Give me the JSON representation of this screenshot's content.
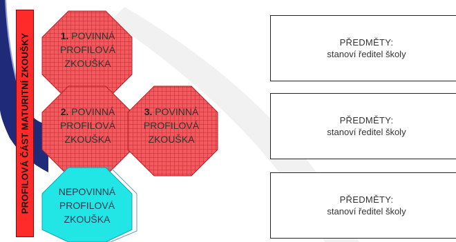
{
  "side_label": "PROFILOVÁ ČÁST MATURITNÍ ZKOUŠKY",
  "exams": [
    {
      "number": "1.",
      "line1": "POVINNÁ",
      "line2": "PROFILOVÁ",
      "line3": "ZKOUŠKA"
    },
    {
      "number": "2.",
      "line1": "POVINNÁ",
      "line2": "PROFILOVÁ",
      "line3": "ZKOUŠKA"
    },
    {
      "number": "3.",
      "line1": "POVINNÁ",
      "line2": "PROFILOVÁ",
      "line3": "ZKOUŠKA"
    }
  ],
  "optional_exam": {
    "line1": "NEPOVINNÁ",
    "line2": "PROFILOVÁ",
    "line3": "ZKOUŠKA"
  },
  "subject_boxes": [
    {
      "title": "PŘEDMĚTY:",
      "text": "stanoví ředitel školy"
    },
    {
      "title": "PŘEDMĚTY:",
      "text": "stanoví ředitel školy"
    },
    {
      "title": "PŘEDMĚTY:",
      "text": "stanoví ředitel školy"
    }
  ],
  "colors": {
    "required_fill": "#f15a5e",
    "required_grid": "#c8262e",
    "optional_fill": "#22e6e6",
    "side_bar": "#ff2a2a",
    "left_shape": "#1f2a78"
  }
}
